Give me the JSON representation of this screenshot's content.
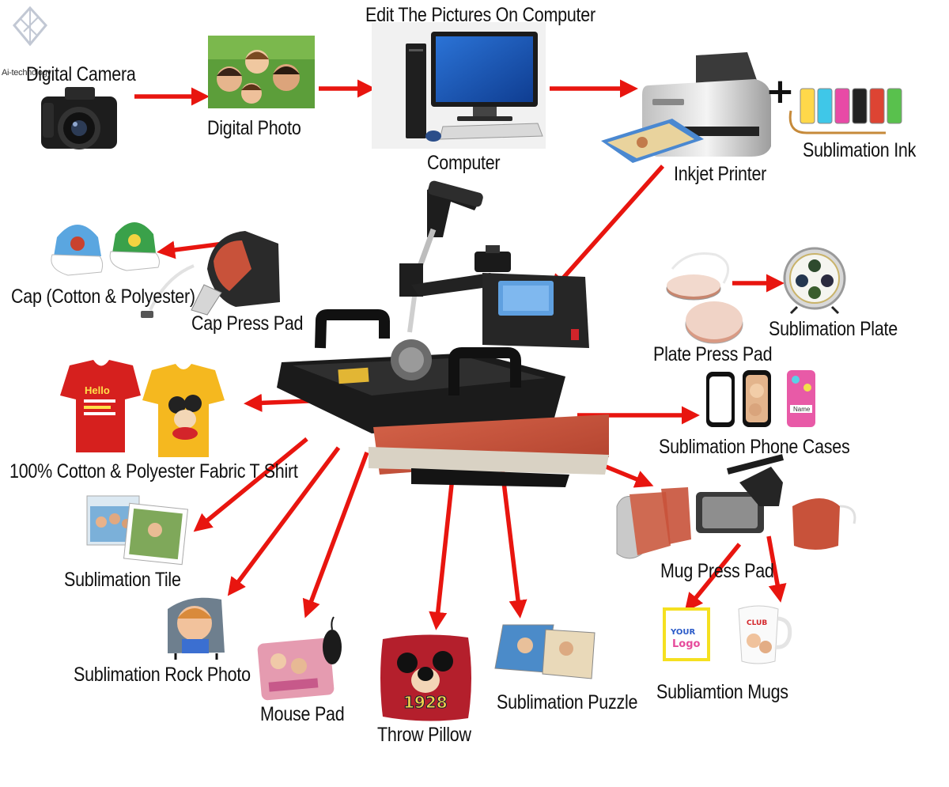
{
  "watermark": {
    "text": "Ai-technology"
  },
  "labels": {
    "edit_pictures": "Edit The Pictures On Computer",
    "digital_camera": "Digital Camera",
    "digital_photo": "Digital Photo",
    "computer": "Computer",
    "inkjet_printer": "Inkjet Printer",
    "plus": "+",
    "sublimation_ink": "Sublimation Ink",
    "cap": "Cap (Cotton & Polyester)",
    "cap_press_pad": "Cap Press Pad",
    "plate_press_pad": "Plate Press Pad",
    "sublimation_plate": "Sublimation Plate",
    "tshirt": "100% Cotton & Polyester Fabric T Shirt",
    "phone_cases": "Sublimation Phone Cases",
    "sublimation_tile": "Sublimation Tile",
    "mug_press_pad": "Mug Press Pad",
    "rock_photo": "Sublimation Rock Photo",
    "mouse_pad": "Mouse Pad",
    "throw_pillow": "Throw Pillow",
    "puzzle": "Sublimation Puzzle",
    "mugs": "Subliamtion Mugs"
  },
  "product_text": {
    "shirt_red": "Hello",
    "pillow": "1928",
    "mug_logo_a": "YOUR",
    "mug_logo_b": "Logo",
    "mug_club": "CLUB",
    "phone_name": "Name"
  },
  "icons": {
    "camera": "camera-icon",
    "photo": "family-photo-icon",
    "computer": "desktop-computer-icon",
    "printer": "inkjet-printer-icon",
    "ink": "ink-system-icon",
    "press": "heat-press-machine-icon"
  },
  "colors": {
    "arrow": "#e8150f",
    "text": "#111111",
    "pad": "#c8523a",
    "press": "#1c1c1c"
  }
}
